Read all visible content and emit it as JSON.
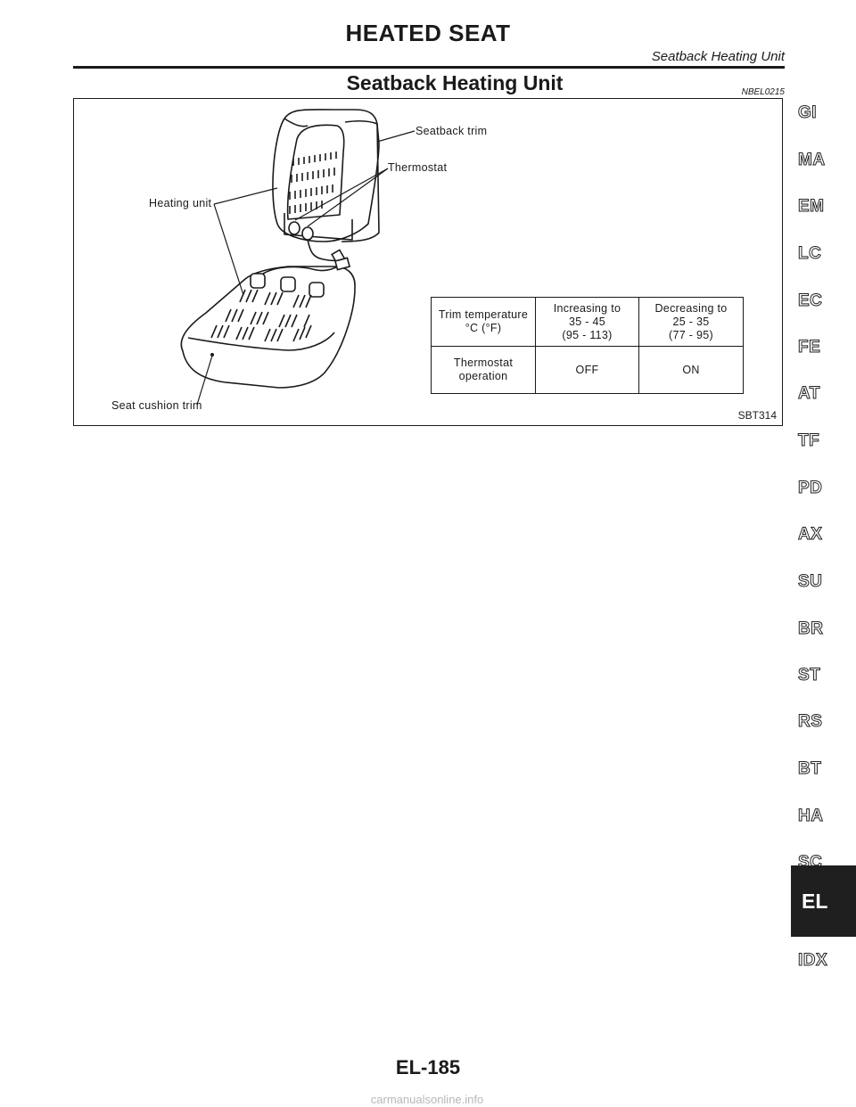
{
  "header": {
    "title": "HEATED SEAT",
    "subtitle": "Seatback Heating Unit"
  },
  "section": {
    "title": "Seatback Heating Unit",
    "code": "NBEL0215"
  },
  "figure": {
    "labels": {
      "seatback_trim": "Seatback trim",
      "thermostat": "Thermostat",
      "heating_unit": "Heating unit",
      "seat_cushion_trim": "Seat cushion trim"
    },
    "code": "SBT314",
    "table": {
      "row1": {
        "label": [
          "Trim temperature",
          "°C (°F)"
        ],
        "increasing": [
          "Increasing to",
          "35 - 45",
          "(95 - 113)"
        ],
        "decreasing": [
          "Decreasing to",
          "25 - 35",
          "(77 - 95)"
        ]
      },
      "row2": {
        "label": [
          "Thermostat",
          "operation"
        ],
        "increasing": "OFF",
        "decreasing": "ON"
      }
    }
  },
  "side_tabs": [
    "GI",
    "MA",
    "EM",
    "LC",
    "EC",
    "FE",
    "AT",
    "TF",
    "PD",
    "AX",
    "SU",
    "BR",
    "ST",
    "RS",
    "BT",
    "HA",
    "SC"
  ],
  "active_tab": "EL",
  "last_tab": "IDX",
  "footer": {
    "page": "EL-185"
  },
  "watermark": "carmanualsonline.info"
}
